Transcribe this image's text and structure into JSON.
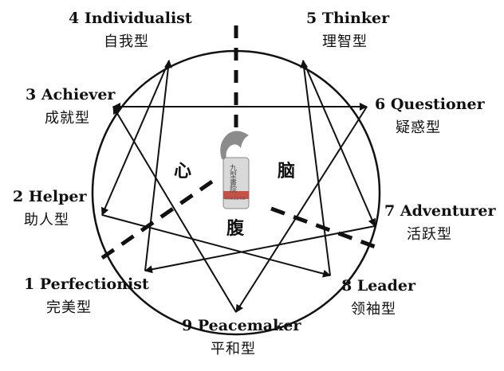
{
  "points": [
    {
      "num": "1",
      "en": "Perfectionist",
      "zh": "完美型"
    },
    {
      "num": "2",
      "en": "Helper",
      "zh": "助人型"
    },
    {
      "num": "3",
      "en": "Achiever",
      "zh": "成就型"
    },
    {
      "num": "4",
      "en": "Individualist",
      "zh": "自我型"
    },
    {
      "num": "5",
      "en": "Thinker",
      "zh": "理智型"
    },
    {
      "num": "6",
      "en": "Questioner",
      "zh": "疑惑型"
    },
    {
      "num": "7",
      "en": "Adventurer",
      "zh": "活跃型"
    },
    {
      "num": "8",
      "en": "Leader",
      "zh": "领袖型"
    },
    {
      "num": "9",
      "en": "Peacemaker",
      "zh": "平和型"
    }
  ],
  "center": {
    "heart": "心",
    "head": "脑",
    "gut": "腹"
  },
  "logo": {
    "text": "九型書院",
    "sub": "COLLEGE"
  },
  "colors": {
    "line": "#111111",
    "circle": "#111111"
  }
}
